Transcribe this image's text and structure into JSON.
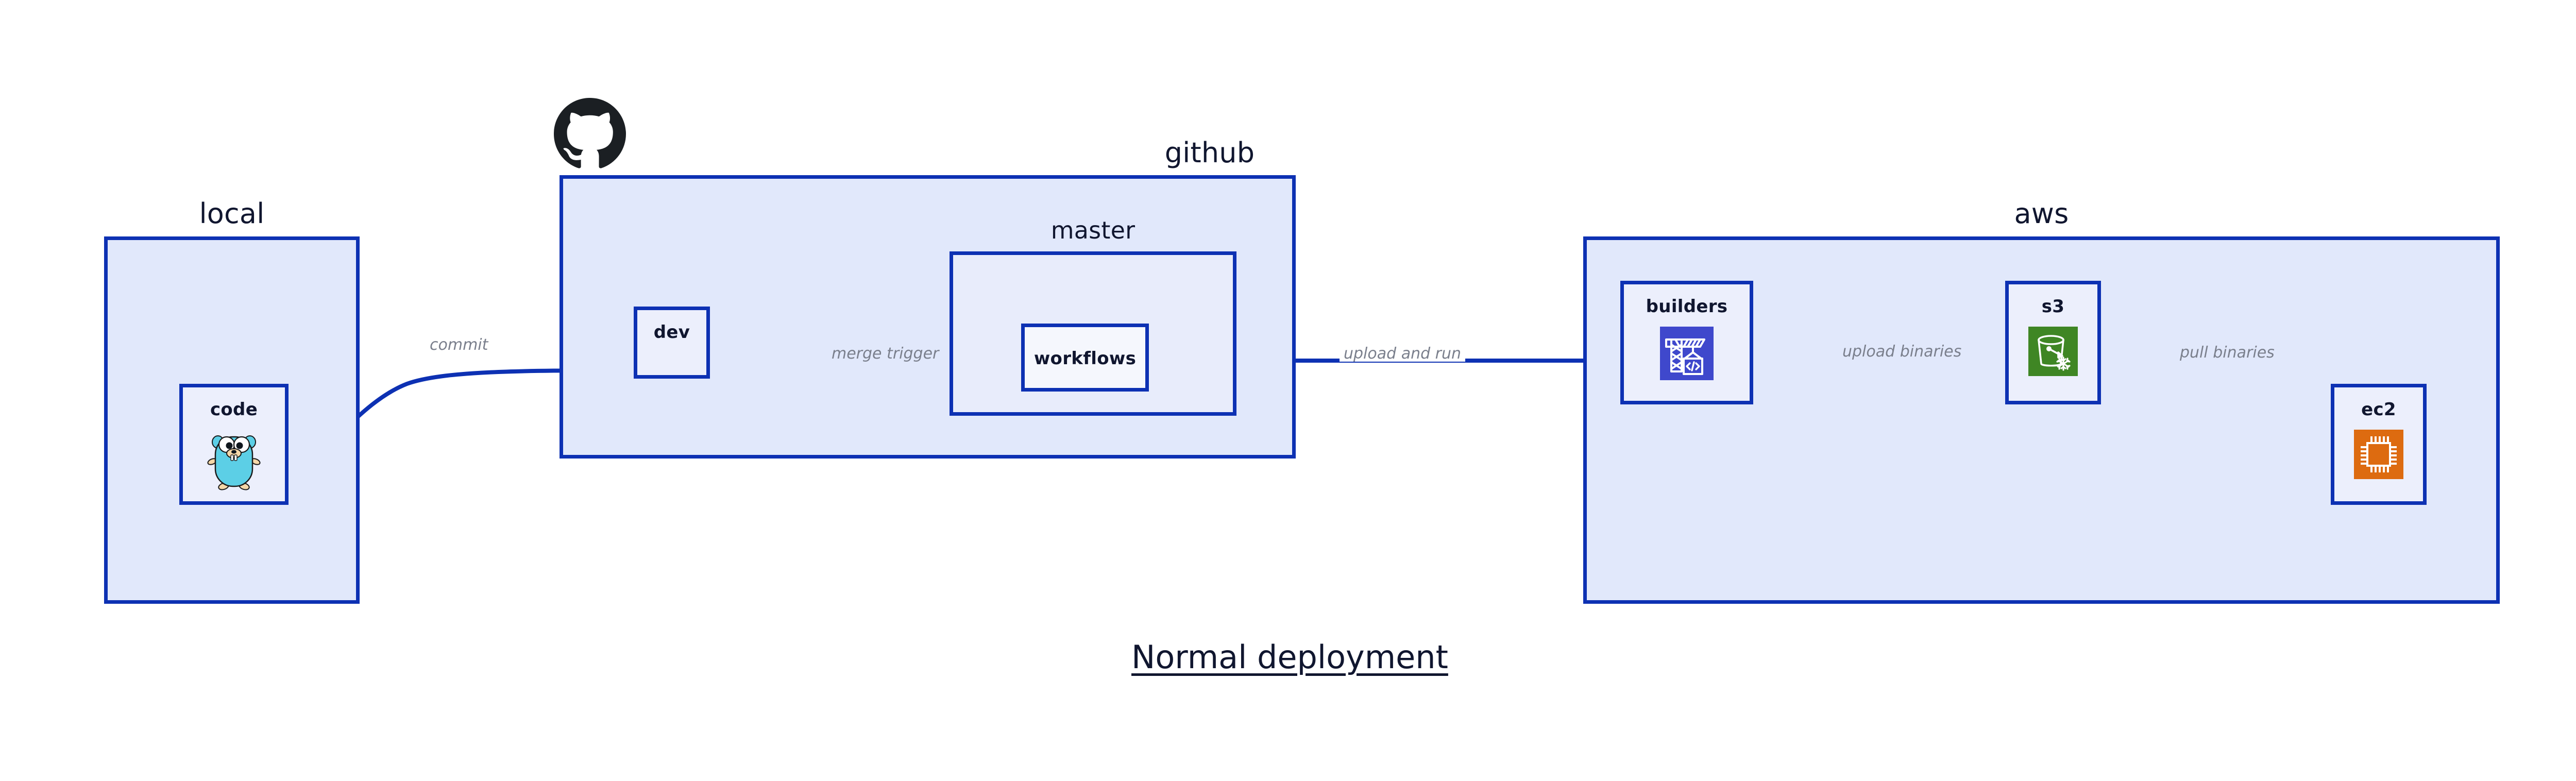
{
  "diagram": {
    "title": "Normal deployment",
    "accent_color": "#0d31b3",
    "zone_fill": "#e1e8fb",
    "node_fill": "#eceffc",
    "label_color": "#7a7f8c",
    "text_color": "#10162f",
    "background": "#ffffff"
  },
  "zones": [
    {
      "id": "local",
      "label": "local"
    },
    {
      "id": "github",
      "label": "github"
    },
    {
      "id": "aws",
      "label": "aws"
    }
  ],
  "nodes": {
    "code": {
      "label": "code",
      "icon": "go-gopher-icon",
      "icon_color": "#5ccfe6"
    },
    "dev": {
      "label": "dev",
      "icon": "none"
    },
    "master": {
      "label": "master",
      "icon": "none"
    },
    "workflows": {
      "label": "workflows",
      "icon": "none"
    },
    "builders": {
      "label": "builders",
      "icon": "aws-codebuild-crane-icon",
      "icon_color": "#3f48cc"
    },
    "s3": {
      "label": "s3",
      "icon": "aws-s3-glacier-bucket-icon",
      "icon_color": "#3f8624"
    },
    "ec2": {
      "label": "ec2",
      "icon": "aws-ec2-chip-icon",
      "icon_color": "#dd6b10"
    }
  },
  "edges": [
    {
      "id": "commit",
      "from": "code",
      "to": "dev",
      "label": "commit"
    },
    {
      "id": "merge-trigger",
      "from": "dev",
      "to": "workflows",
      "label": "merge trigger"
    },
    {
      "id": "upload-and-run",
      "from": "workflows",
      "to": "builders",
      "label": "upload and run"
    },
    {
      "id": "upload-binaries",
      "from": "builders",
      "to": "s3",
      "label": "upload binaries"
    },
    {
      "id": "pull-binaries",
      "from": "s3",
      "to": "ec2",
      "label": "pull binaries"
    }
  ],
  "logos": [
    {
      "id": "github-octocat",
      "name": "github-octocat-logo",
      "color": "#1b1f23"
    }
  ]
}
